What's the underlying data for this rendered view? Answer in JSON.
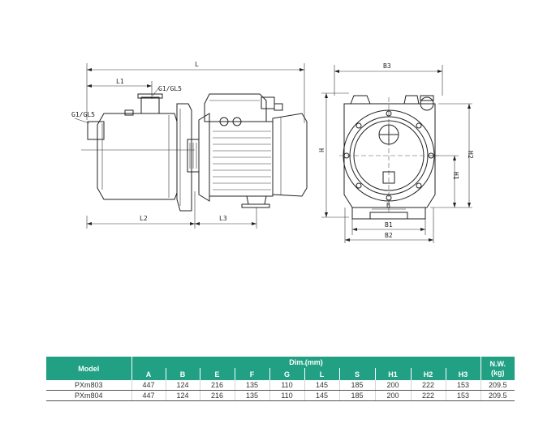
{
  "drawing_labels": {
    "L": "L",
    "L1": "L1",
    "L2": "L2",
    "L3": "L3",
    "outlet": "G1/GL5",
    "inlet": "G1/GL5",
    "H": "H",
    "B3": "B3",
    "B": "B",
    "B1": "B1",
    "B2": "B2",
    "H1": "H1",
    "H2": "H2"
  },
  "table": {
    "model_header": "Model",
    "dim_header": "Dim.(mm)",
    "nw_header_line1": "N.W.",
    "nw_header_line2": "(kg)",
    "columns": [
      "A",
      "B",
      "E",
      "F",
      "G",
      "L",
      "S",
      "H1",
      "H2",
      "H3"
    ],
    "rows": [
      {
        "model": "PXm803",
        "values": [
          "447",
          "124",
          "216",
          "135",
          "110",
          "145",
          "185",
          "200",
          "222",
          "153"
        ],
        "nw": "209.5"
      },
      {
        "model": "PXm804",
        "values": [
          "447",
          "124",
          "216",
          "135",
          "110",
          "145",
          "185",
          "200",
          "222",
          "153"
        ],
        "nw": "209.5"
      }
    ]
  },
  "colors": {
    "header_bg": "#21a083",
    "header_text": "#ffffff",
    "line": "#222222"
  }
}
